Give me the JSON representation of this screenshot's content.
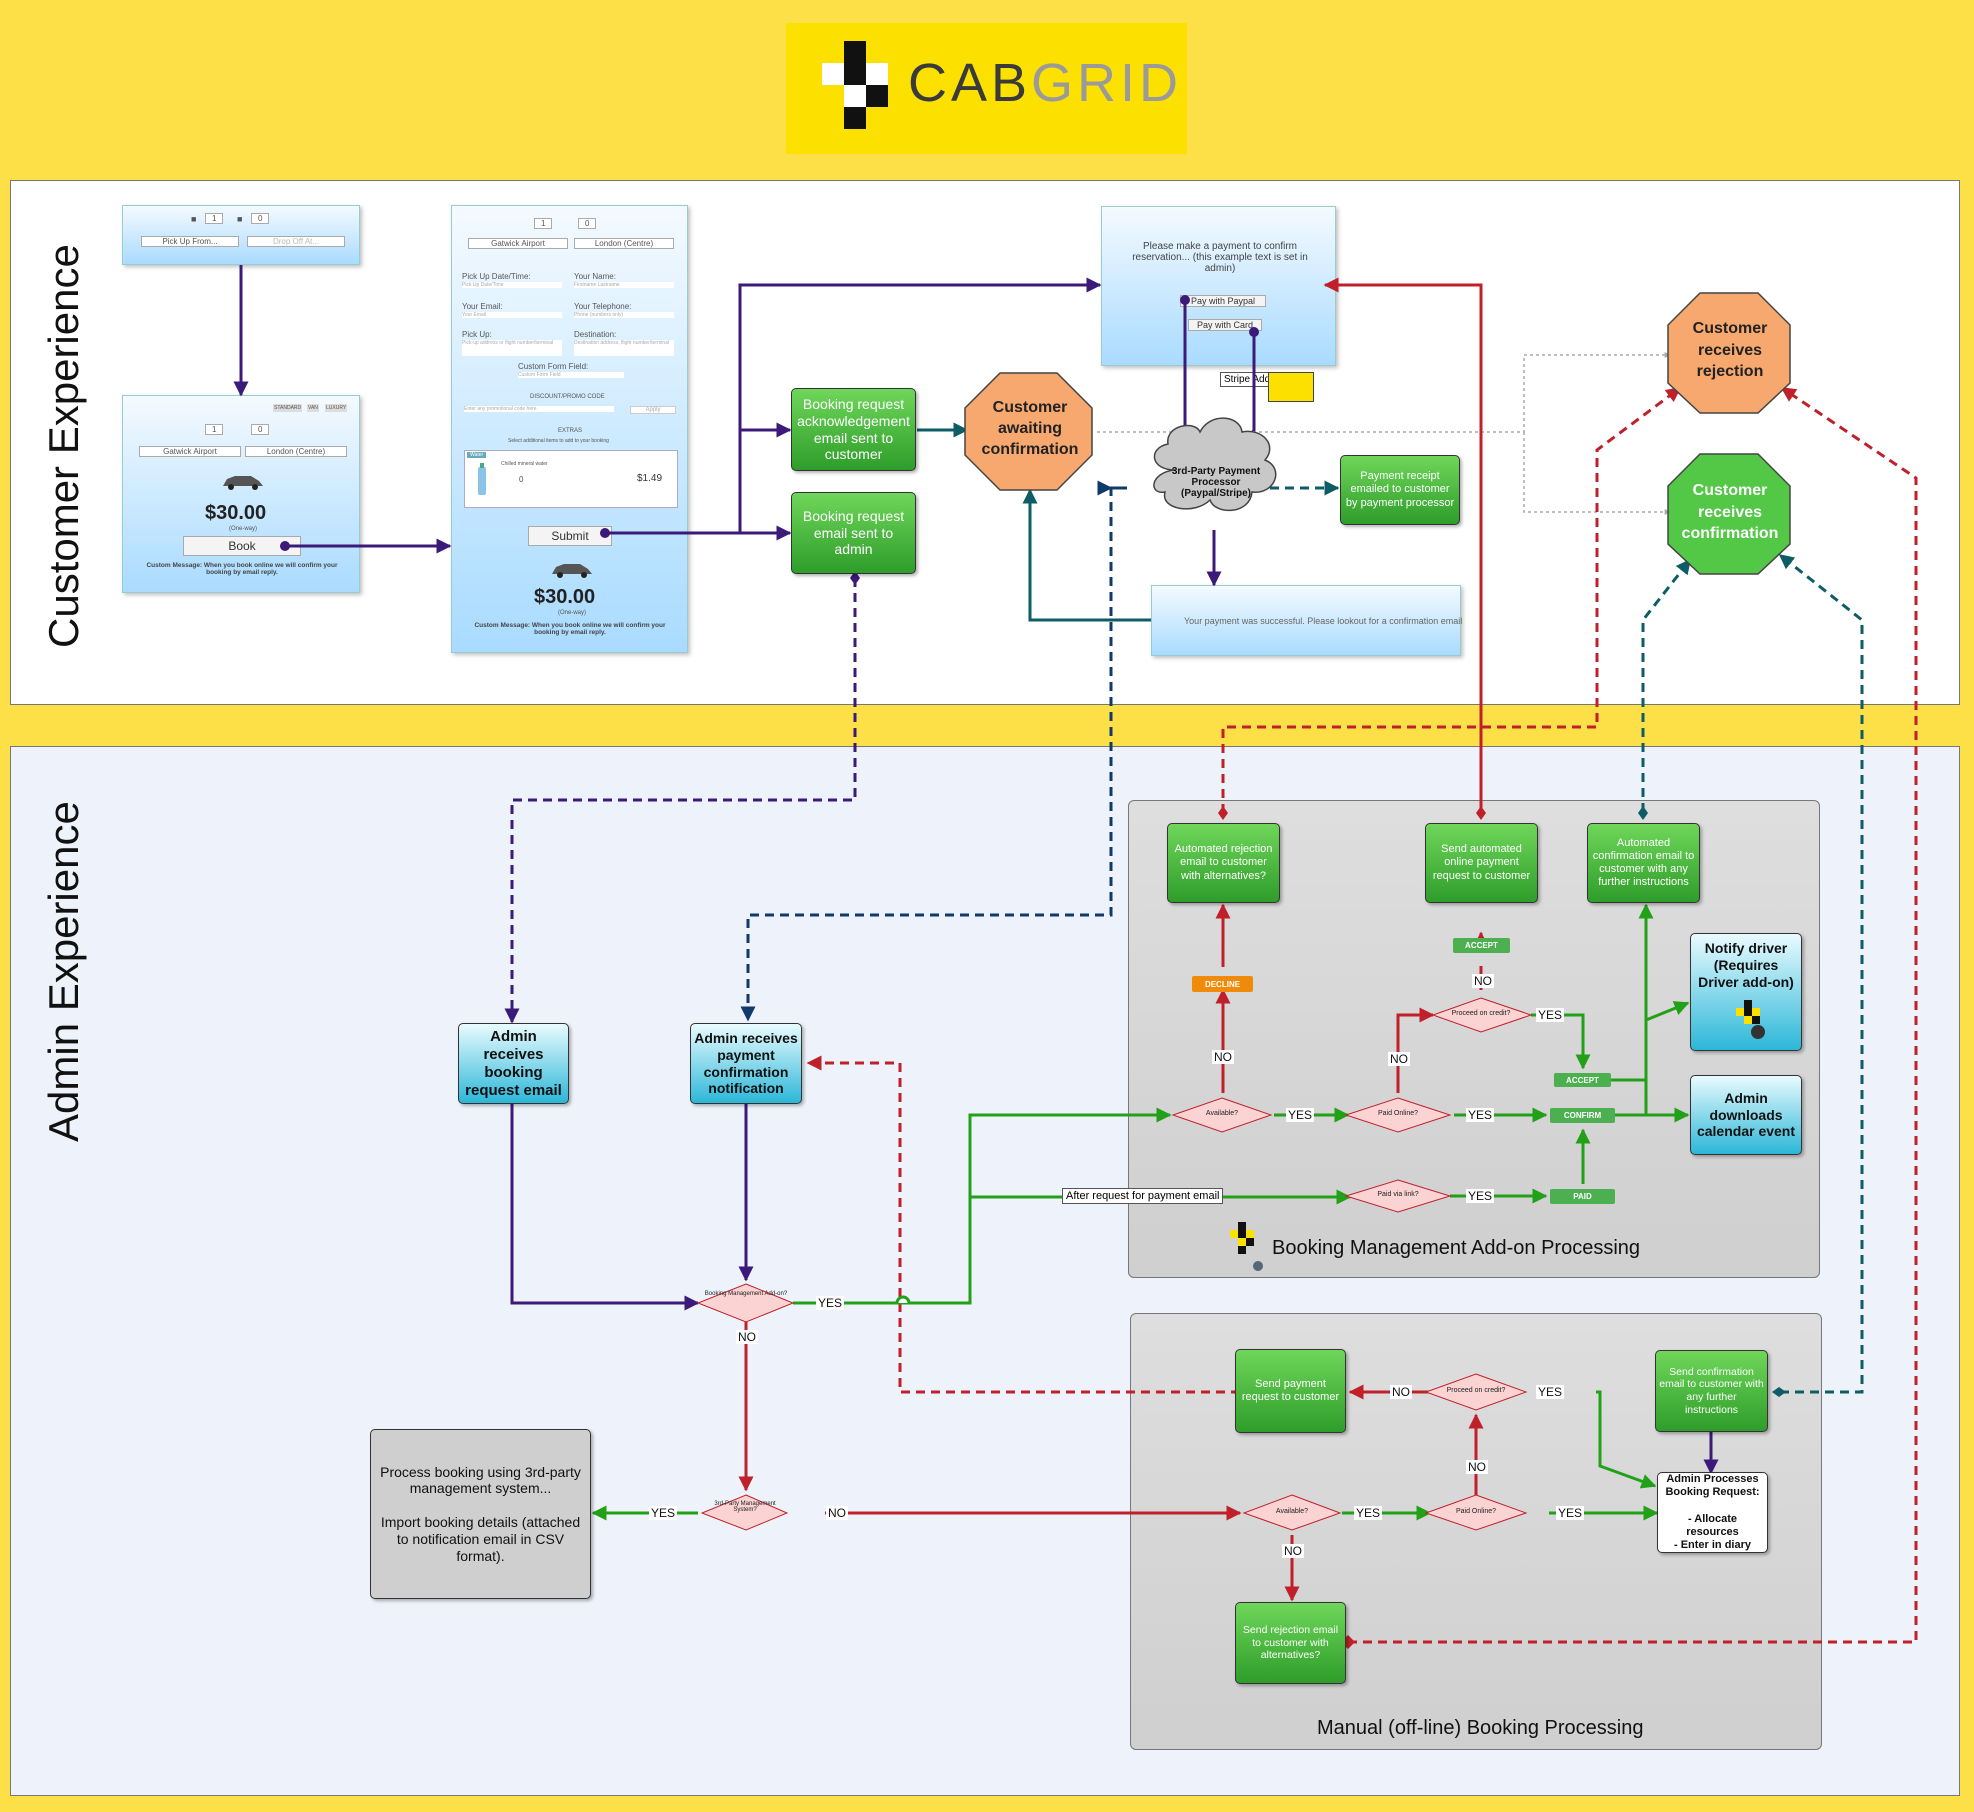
{
  "logo": {
    "brand_a": "CAB",
    "brand_b": "GRID"
  },
  "sections": {
    "customer": "Customer Experience",
    "admin": "Admin Experience"
  },
  "panels": {
    "addon": "Booking Management Add-on Processing",
    "manual": "Manual (off-line) Booking Processing"
  },
  "screens": {
    "s1": {
      "pax": "1",
      "bags": "0",
      "pickup": "Pick Up From...",
      "dropoff": "Drop Off At..."
    },
    "s2": {
      "pax": "1",
      "bags": "0",
      "tabs": [
        "STANDARD",
        "VAN",
        "LUXURY"
      ],
      "pickup": "Gatwick Airport",
      "dropoff": "London (Centre)",
      "price": "$30.00",
      "oneway": "(One-way)",
      "book": "Book",
      "message": "Custom Message: When you book online we will confirm your booking by email reply."
    },
    "s3": {
      "pax": "1",
      "bags": "0",
      "pickup": "Gatwick Airport",
      "dropoff": "London (Centre)",
      "fields": [
        "Pick Up Date/Time:",
        "Your Name:",
        "Your Email:",
        "Your Telephone:",
        "Pick Up:",
        "Destination:",
        "Custom Form Field:"
      ],
      "placeholders": [
        "Pick Up Date/Time",
        "Firstname Lastname",
        "Your Email",
        "Phone (numbers only)",
        "Pick-up address or flight number/terminal",
        "Destination address, flight number/terminal",
        "Custom Form Field"
      ],
      "promo": "DISCOUNT/PROMO CODE",
      "promo_ph": "Enter any promotional code here",
      "apply": "Apply",
      "extras": "EXTRAS",
      "extras_sub": "Select additional items to add to your booking",
      "item_tag": "Water",
      "item": "Chilled mineral water",
      "qty": "0",
      "item_price": "$1.49",
      "submit": "Submit",
      "price": "$30.00",
      "oneway": "(One-way)",
      "message": "Custom Message: When you book online we will confirm your booking by email reply."
    },
    "s4": {
      "text": "Please make a payment to confirm reservation... (this example text is set in admin)",
      "paypal": "Pay with Paypal",
      "card": "Pay with Card"
    },
    "s5": {
      "text": "Your payment was successful. Please lookout for a confirmation email"
    }
  },
  "stripe": "Stripe Add-on",
  "nodes": {
    "ack": "Booking request acknowledgement email sent to customer",
    "req_admin": "Booking request email sent to admin",
    "awaiting": "Customer awaiting confirmation",
    "processor": "3rd-Party Payment Processor (Paypal/Stripe)",
    "receipt": "Payment receipt emailed to customer by payment processor",
    "rejection": "Customer receives rejection",
    "confirmation": "Customer receives confirmation",
    "admin_receives": "Admin receives booking request email",
    "admin_payment": "Admin receives payment confirmation notification",
    "auto_reject": "Automated rejection email to customer with alternatives?",
    "auto_payment": "Send automated online payment request to customer",
    "auto_confirm": "Automated confirmation email to customer with any further instructions",
    "notify_driver": "Notify driver (Requires Driver add-on)",
    "calendar": "Admin downloads calendar event",
    "third_party_proc": "Process booking using 3rd-party management system...\n\nImport booking details (attached to notification email in CSV format).",
    "send_payment": "Send payment request to customer",
    "send_confirm": "Send confirmation email to customer with any further instructions",
    "admin_processes": "Admin Processes Booking Request:\n\n- Allocate resources\n- Enter in diary",
    "send_reject": "Send rejection email to customer with alternatives?"
  },
  "decisions": {
    "bm_addon": "Booking Management Add-on?",
    "third_party": "3rd-Party Management System?",
    "available": "Available?",
    "paid_online": "Paid Online?",
    "credit": "Proceed on credit?",
    "paid_link": "Paid via link?"
  },
  "tags": {
    "decline": "DECLINE",
    "accept": "ACCEPT",
    "confirm": "CONFIRM",
    "paid": "PAID"
  },
  "labels": {
    "yes": "YES",
    "no": "NO",
    "after_request": "After request for payment email"
  }
}
